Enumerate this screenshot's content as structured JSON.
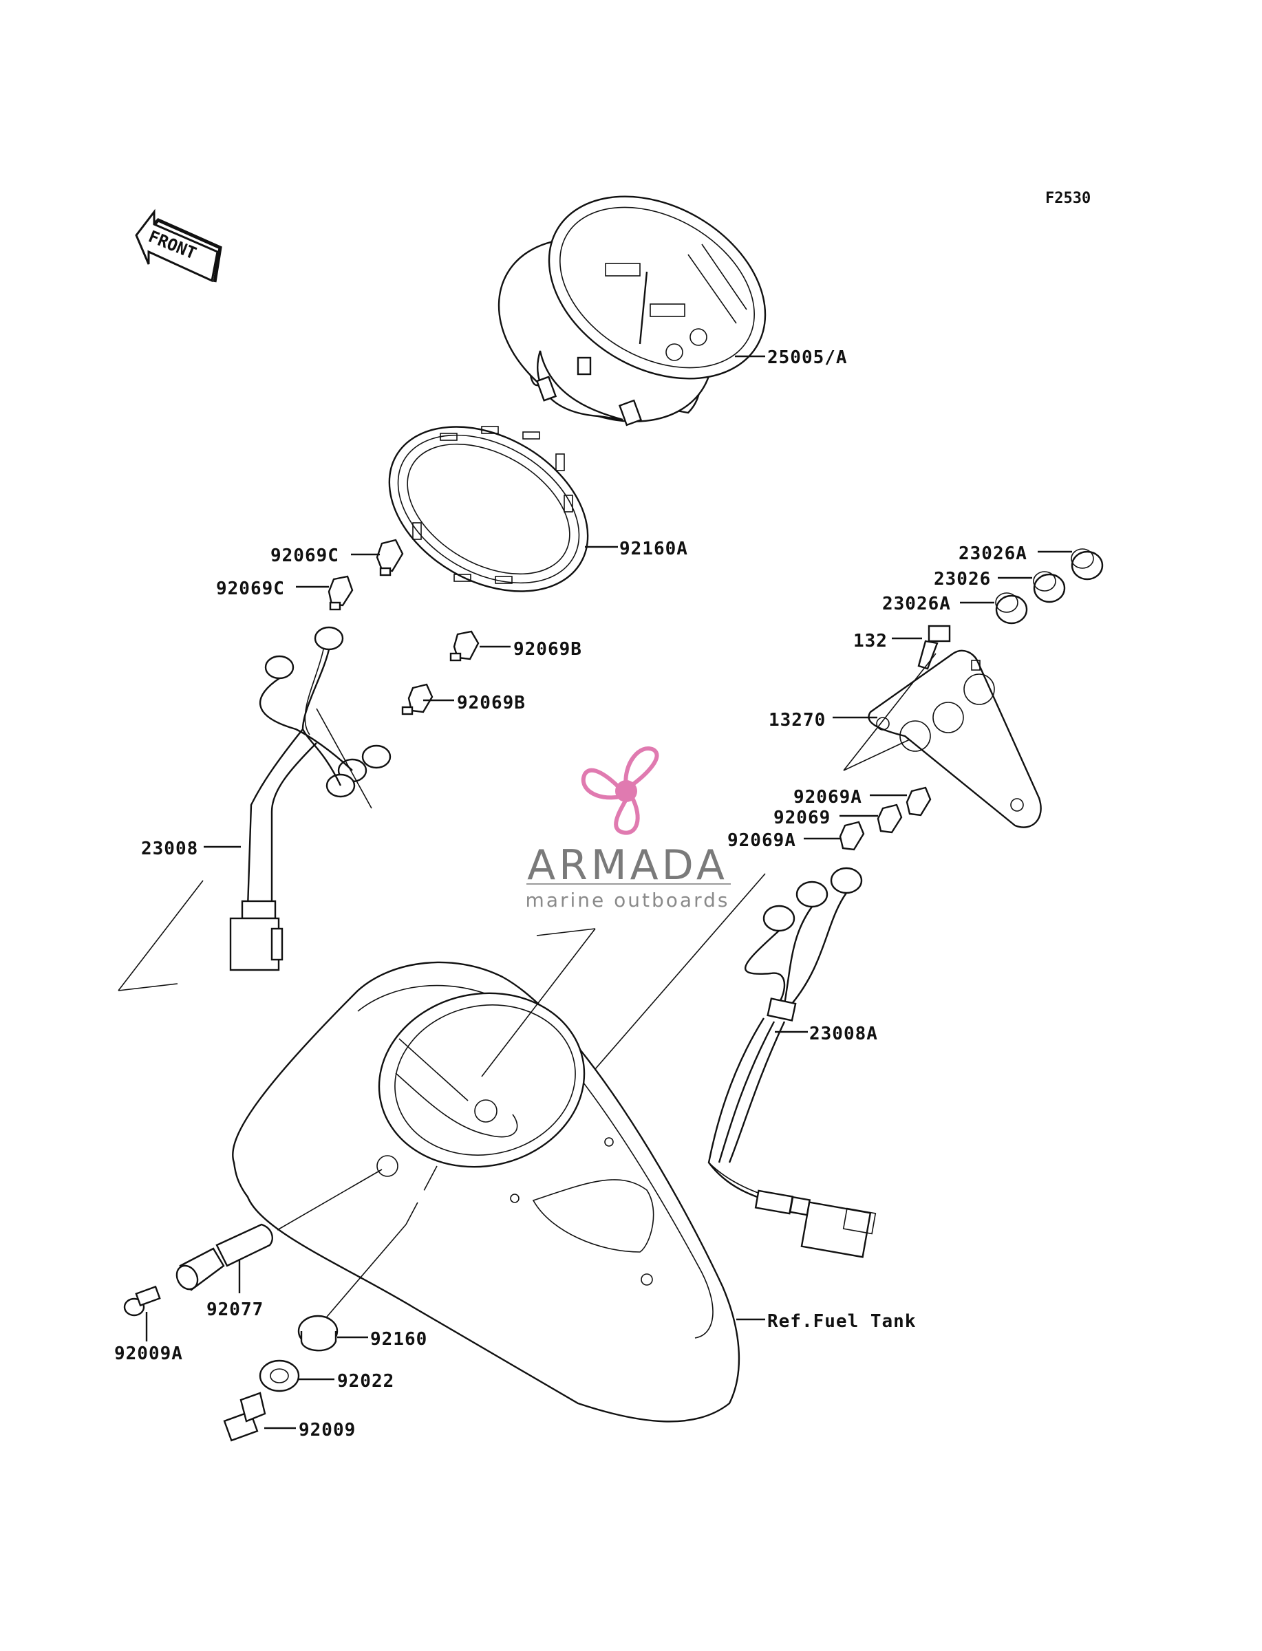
{
  "diagram_code": "F2530",
  "front_arrow_label": "FRONT",
  "watermark": {
    "title": "ARMADA",
    "subtitle": "marine outboards",
    "logo_icon": "propeller-logo-icon",
    "logo_color": "#e07ab0"
  },
  "callouts": {
    "meter_assembly": "25005/A",
    "meter_ring": "92160A",
    "bulb_c1": "92069C",
    "bulb_c2": "92069C",
    "bulb_b1": "92069B",
    "bulb_b2": "92069B",
    "harness_left": "23008",
    "lens_a1": "23026A",
    "lens": "23026",
    "lens_a2": "23026A",
    "bolt": "132",
    "bracket": "13270",
    "bulb_a1": "92069A",
    "bulb_plain": "92069",
    "bulb_a2": "92069A",
    "harness_right": "23008A",
    "screw_a": "92009A",
    "cable_fitting": "92077",
    "damper": "92160",
    "washer": "92022",
    "screw": "92009",
    "ref_fuel_tank": "Ref.Fuel Tank"
  }
}
